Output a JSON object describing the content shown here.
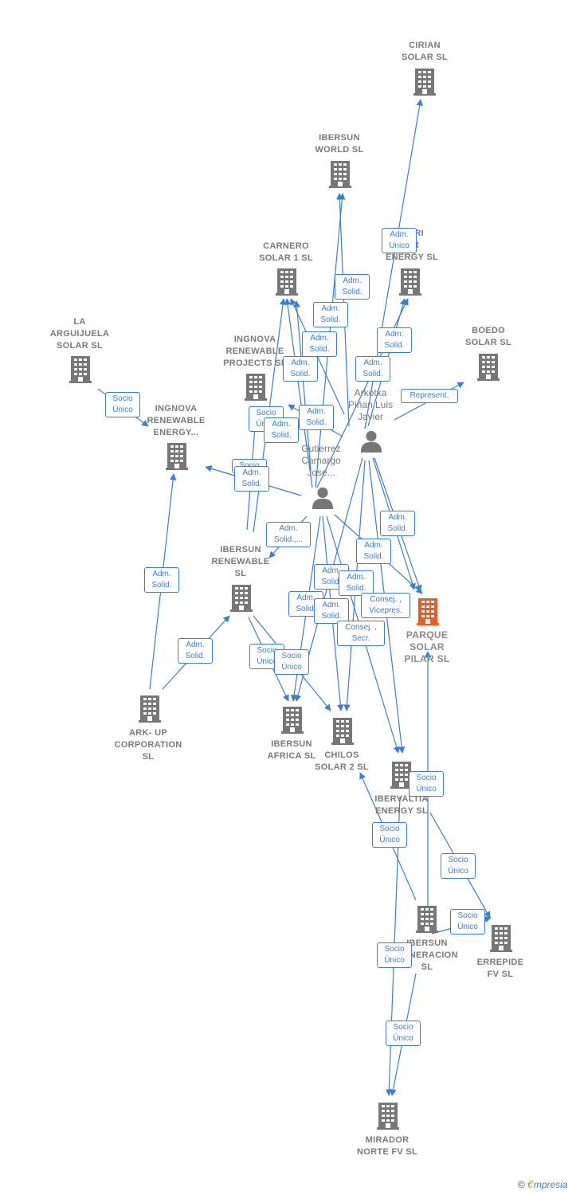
{
  "colors": {
    "edge": "#3a7fd5",
    "node": "#777777",
    "focus_node": "#ee5a24",
    "label": "#7a7a7a"
  },
  "nodes": {
    "cirian": "CIRIAN\nSOLAR  SL",
    "ibersun_world": "IBERSUN\nWORLD  SL",
    "carnero": "CARNERO\nSOLAR 1  SL",
    "ibersun_energy": "...RRI\n...R\nENERGY  SL",
    "boedo": "BOEDO\nSOLAR  SL",
    "arguijuela": "LA\nARGUIJUELA\nSOLAR  SL",
    "ingnova_projects": "INGNOVA\nRENEWABLE\nPROJECTS  SL",
    "ingnova_energy": "INGNOVA\nRENEWABLE\nENERGY...",
    "ibersun_renewable": "IBERSUN\nRENEWABLE\nSL",
    "parque": "PARQUE\nSOLAR\nPILAR  SL",
    "ark_up": "ARK- UP\nCORPORATION\nSL",
    "ibersun_africa": "IBERSUN\nAFRICA  SL",
    "chilos": "CHILOS\nSOLAR 2  SL",
    "ibervalia": "IBERVALTIA\nENERGY  SL",
    "ibersun_generacion": "IBERSUN\nGENERACION\nSL",
    "errepide": "ERREPIDE\nFV  SL",
    "mirador": "MIRADOR\nNORTE FV  SL"
  },
  "persons": {
    "arkotxa": "Arkotxa\nPiñan Luis\nJavier",
    "gutierrez": "Gutierrez\nCamargo\nJose..."
  },
  "edge_labels": {
    "l01": "Adm.\nUnico",
    "l02": "Adm.\nSolid.",
    "l03": "Adm.\nSolid.",
    "l04": "Adm.\nSolid.",
    "l05": "Adm.\nSolid.",
    "l06": "Adm.\nSolid.",
    "l07": "Adm.\nSolid.",
    "l08": "Represent.",
    "l09": "Socio\nÚnico",
    "l10": "Socio\nÚnico",
    "l11": "Adm.\nSolid.",
    "l12": "Adm.\nSolid.",
    "l13": "Socio",
    "l14": "Adm.\nSolid.",
    "l15": "Adm.\nSolid.,...",
    "l16": "Adm.\nSolid.",
    "l17": "Adm.\nSolid.",
    "l18": "Adm.\nSolid.",
    "l19": "Adm.\nSolid.",
    "l20": "Adm.\nSolid.",
    "l21": "Adm.\nSolid.",
    "l22": "Adm.\nSolid.",
    "l23": "Consej. ,\nVicepres.",
    "l24": "Adm.\nSolid.",
    "l25": "Consej. ,\nSecr.",
    "l26": "Socio\nÚnico",
    "l27": "Socio\nÚnico",
    "l28": "Adm.\nSolid.",
    "l29": "Socio\nÚnico",
    "l30": "Socio\nÚnico",
    "l31": "Socio\nÚnico",
    "l32": "Socio\nÚnico",
    "l33": "Socio\nÚnico",
    "l34": "Socio\nÚnico"
  },
  "footer": {
    "copyright": "©",
    "brand_e": "€",
    "brand_rest": "mpresia"
  }
}
